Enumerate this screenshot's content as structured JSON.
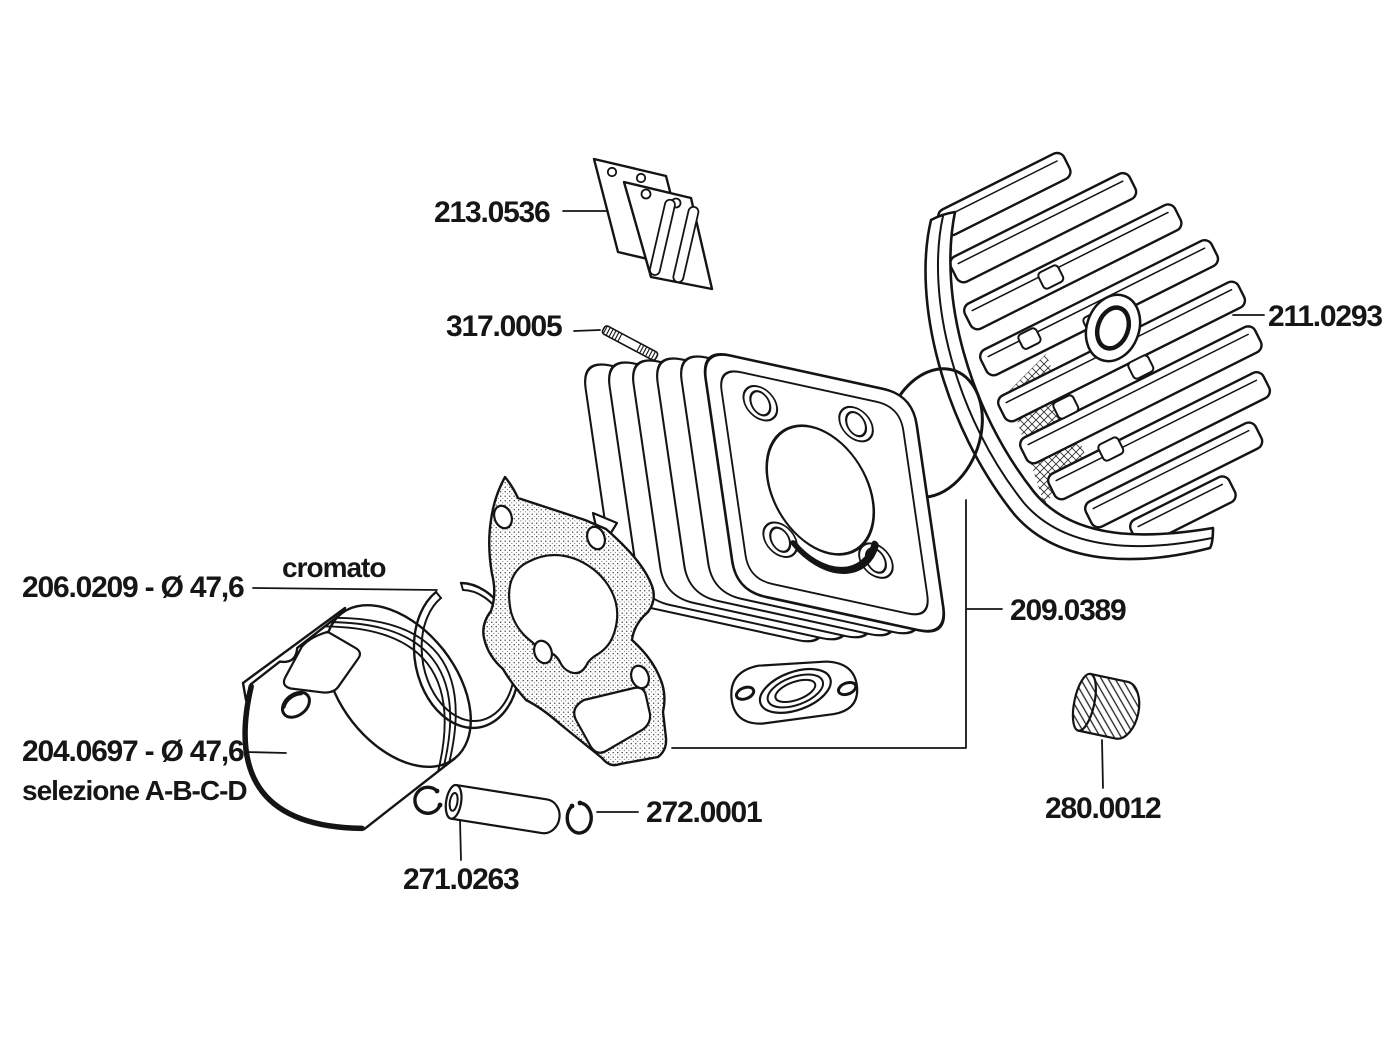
{
  "diagram": {
    "title_hidden": "",
    "colors": {
      "background": "#ffffff",
      "line": "#141414",
      "text": "#161616"
    },
    "labels": {
      "reed_valves": "213.0536",
      "stud": "317.0005",
      "cylinder_head": "211.0293",
      "piston_ring": "206.0209 - Ø 47,6",
      "piston_ring_note": "cromato",
      "gasket_set": "209.0389",
      "piston": "204.0697 - Ø 47,6",
      "piston_note": "selezione A-B-C-D",
      "circlip": "272.0001",
      "piston_pin": "271.0263",
      "needle_bearing": "280.0012"
    }
  }
}
